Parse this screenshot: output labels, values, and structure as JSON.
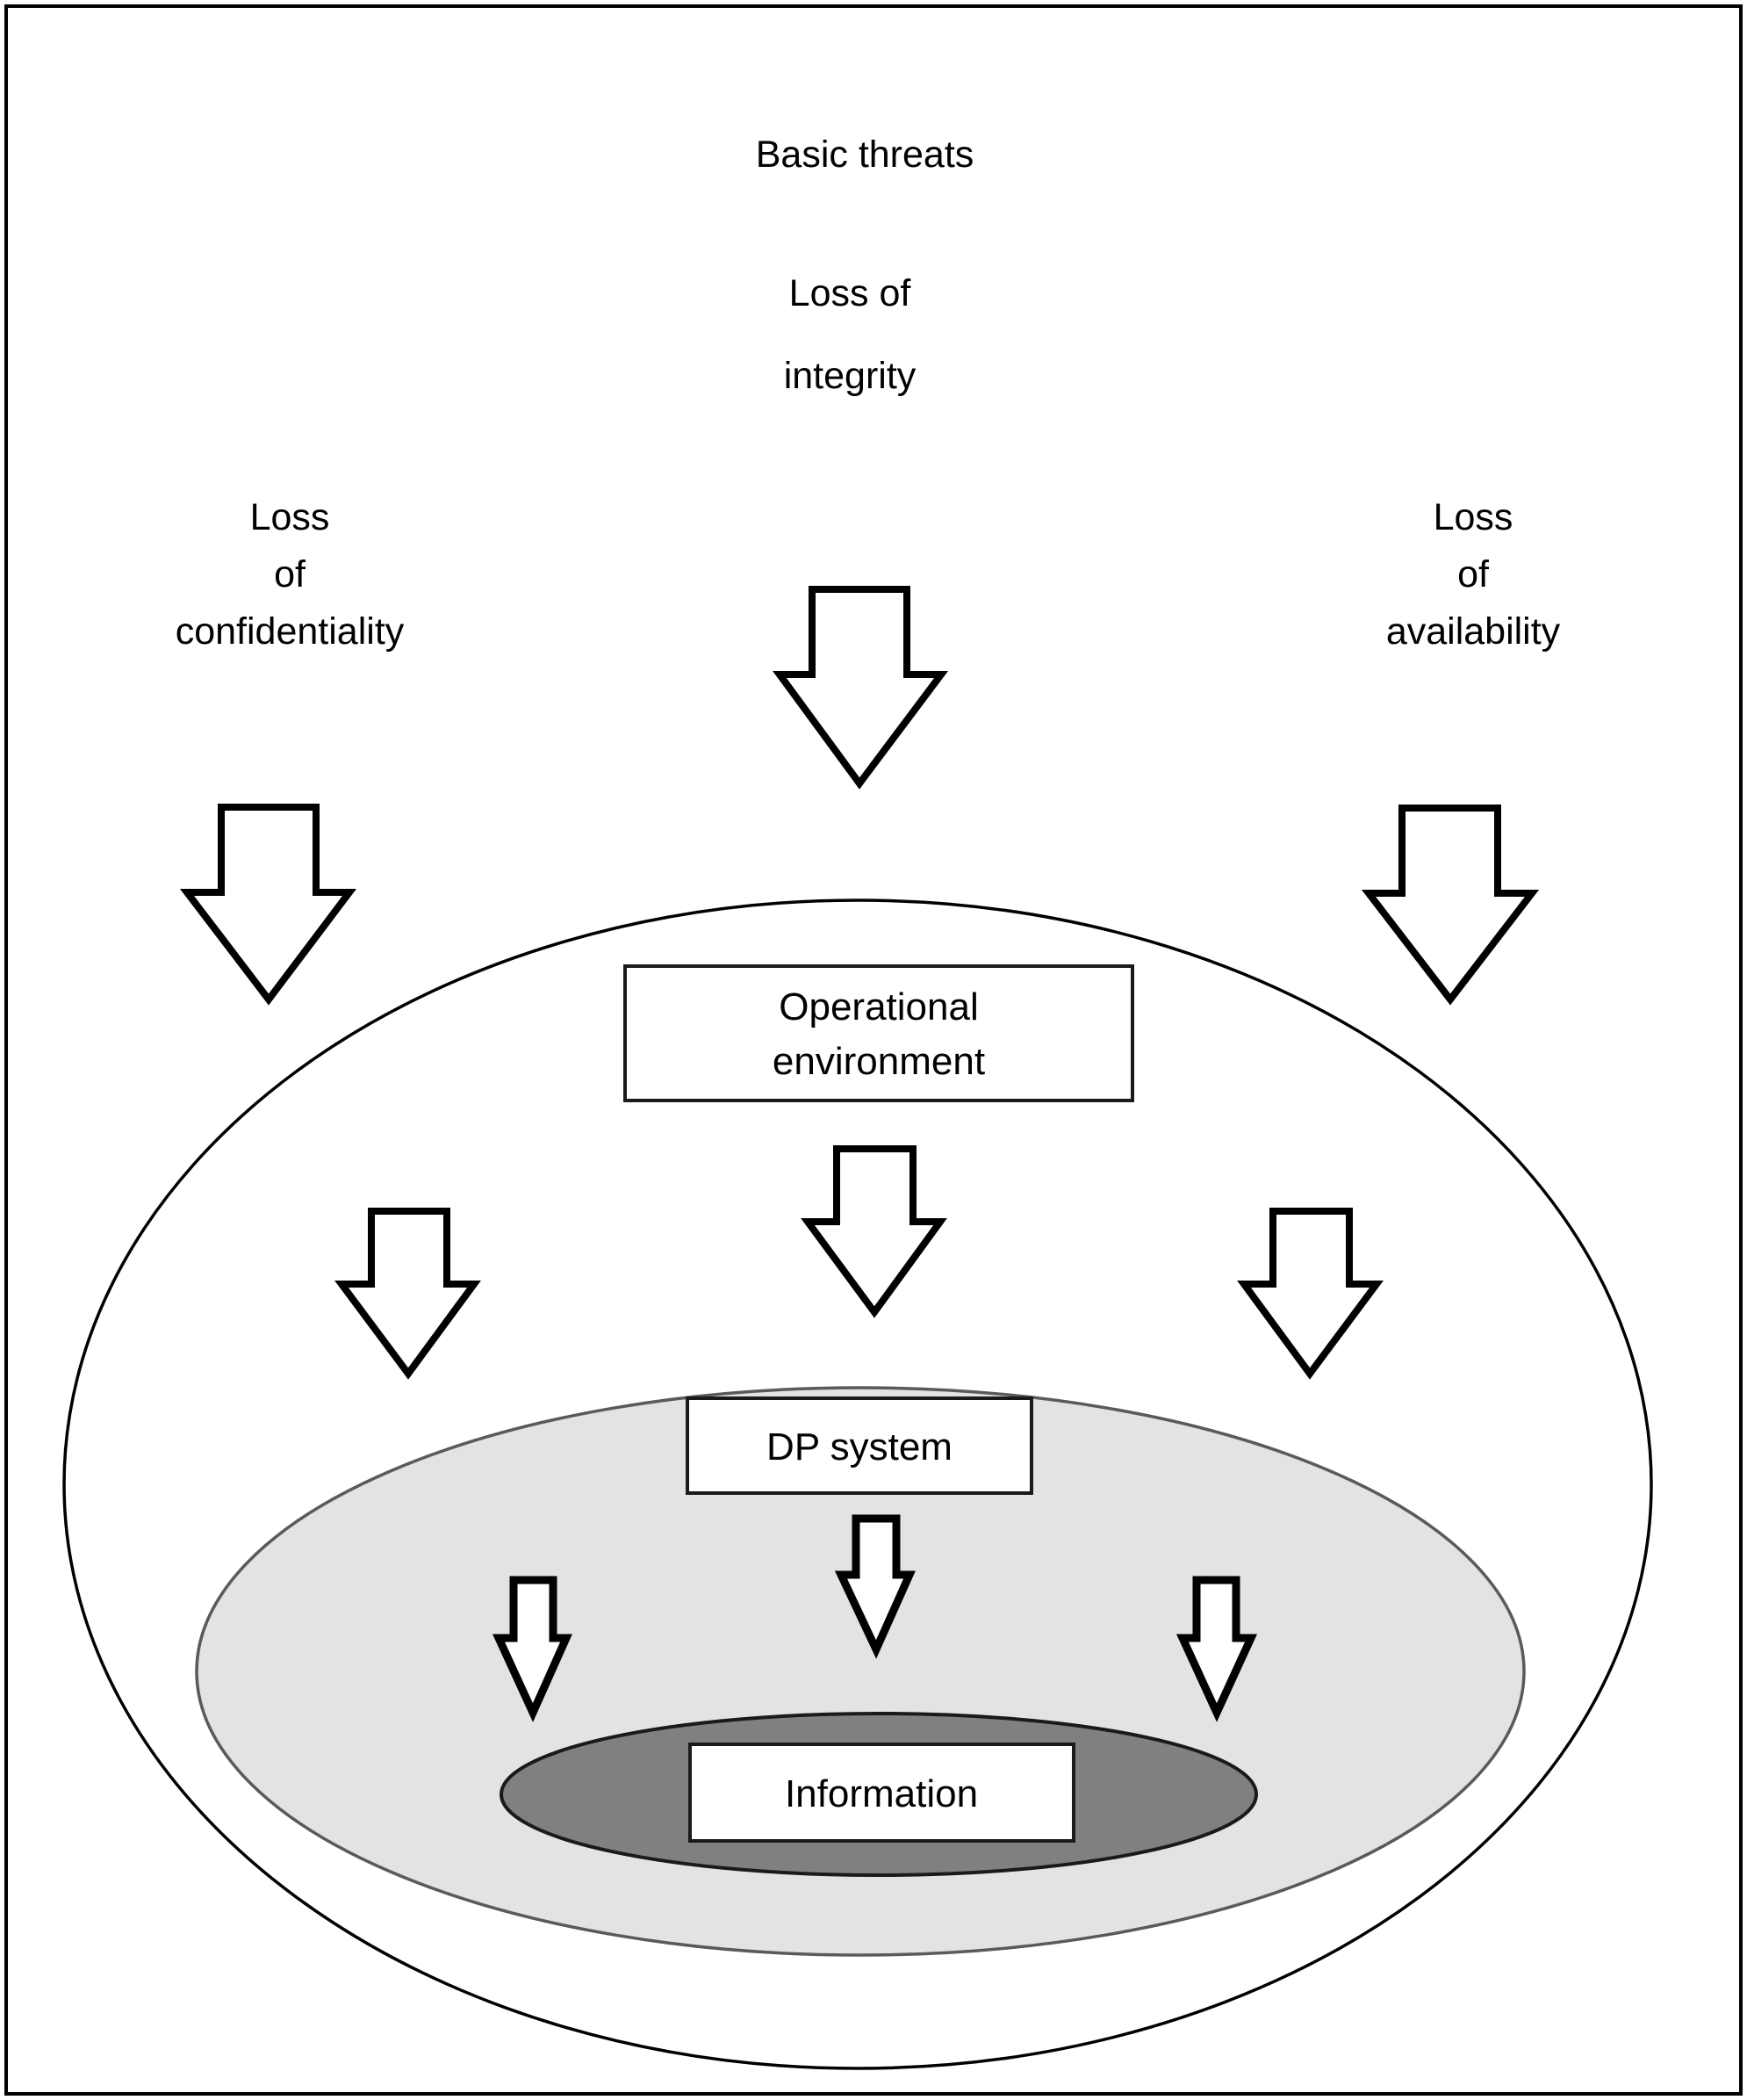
{
  "figure": {
    "title": "Basic threats",
    "background_color": "#ffffff",
    "border_color": "#000000"
  },
  "threats": {
    "heading": "Basic threats",
    "items": [
      {
        "id": "loss-of-integrity",
        "position": "top-center",
        "lines": [
          "Loss of",
          "integrity"
        ]
      },
      {
        "id": "loss-of-confidentiality",
        "position": "top-left",
        "lines": [
          "Loss",
          "of",
          "confidentiality"
        ]
      },
      {
        "id": "loss-of-availability",
        "position": "top-right",
        "lines": [
          "Loss",
          "of",
          "availability"
        ]
      }
    ]
  },
  "layers": {
    "outer": {
      "id": "operational-environment",
      "label": "Operational environment",
      "label_lines": [
        "Operational",
        "environment"
      ],
      "fill": "#ffffff"
    },
    "middle": {
      "id": "dp-system",
      "label": "DP system",
      "label_lines": [
        "DP system"
      ],
      "fill": "#e3e3e3"
    },
    "inner": {
      "id": "information",
      "label": "Information",
      "label_lines": [
        "Information"
      ],
      "fill": "#808080"
    }
  },
  "arrows": {
    "tier_outer": [
      {
        "id": "arrow-confidentiality-to-environment",
        "direction": "down"
      },
      {
        "id": "arrow-integrity-to-environment",
        "direction": "down"
      },
      {
        "id": "arrow-availability-to-environment",
        "direction": "down"
      }
    ],
    "tier_middle": [
      {
        "id": "arrow-environment-to-dp-left",
        "direction": "down"
      },
      {
        "id": "arrow-environment-to-dp-center",
        "direction": "down"
      },
      {
        "id": "arrow-environment-to-dp-right",
        "direction": "down"
      }
    ],
    "tier_inner": [
      {
        "id": "arrow-dp-to-information-left",
        "direction": "down"
      },
      {
        "id": "arrow-dp-to-information-center",
        "direction": "down"
      },
      {
        "id": "arrow-dp-to-information-right",
        "direction": "down"
      }
    ]
  }
}
